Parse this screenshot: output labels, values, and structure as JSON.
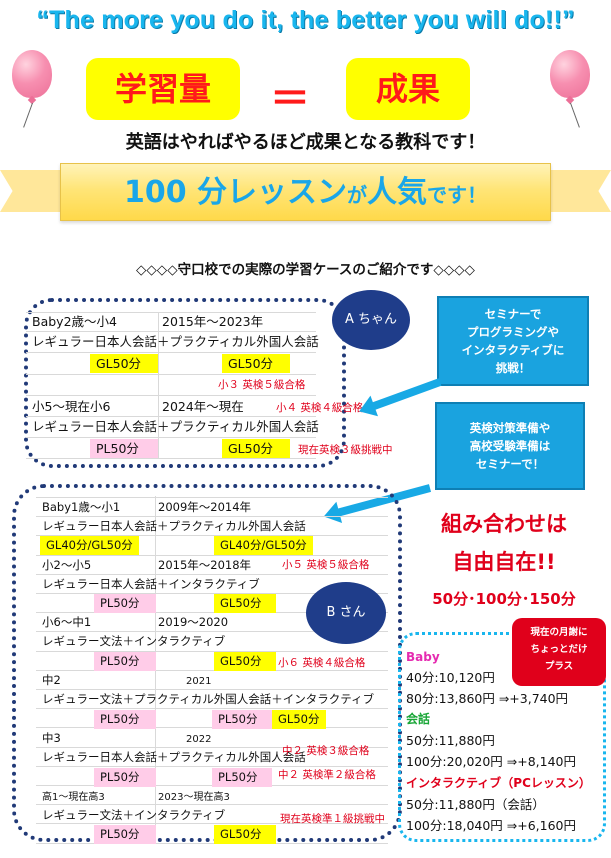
{
  "header": {
    "slogan": "“The more you do it, the better you will do!!”",
    "left_word": "学習量",
    "equals": "＝",
    "right_word": "成果",
    "subtitle": "英語はやればやるほど成果となる教科です！"
  },
  "banner": {
    "part1": "100 分レッスン",
    "part2": "が",
    "part3": "人気",
    "part4": "です！"
  },
  "intro": "◇◇◇◇守口校での実際の学習ケースのご紹介です◇◇◇◇",
  "case_a": {
    "label": "A ちゃん",
    "rows": [
      {
        "left": "Baby2歳～小4",
        "right": "2015年～2023年"
      },
      {
        "left": "レギュラー日本人会話＋プラクティカル外国人会話"
      },
      {
        "left": "GL50分",
        "right": "GL50分"
      },
      {
        "note": "小３ 英検５級合格"
      },
      {
        "left": "小5～現在小6",
        "right": "2024年～現在",
        "note": "小４ 英検４級合格"
      },
      {
        "left": "レギュラー日本人会話＋プラクティカル外国人会話"
      },
      {
        "left": "PL50分",
        "right": "GL50分",
        "note": "現在英検３級挑戦中"
      }
    ]
  },
  "callouts": {
    "seminar1": [
      "セミナーで",
      "プログラミングや",
      "インタラクティブに",
      "挑戦！"
    ],
    "seminar2": [
      "英検対策準備や",
      "高校受験準備は",
      "セミナーで！"
    ]
  },
  "case_b": {
    "label": "B さん",
    "rows": [
      {
        "left": "Baby1歳～小1",
        "right": "2009年～2014年"
      },
      {
        "left": "レギュラー日本人会話＋プラクティカル外国人会話"
      },
      {
        "left": "GL40分/GL50分",
        "right": "GL40分/GL50分"
      },
      {
        "left": "小2～小5",
        "right": "2015年～2018年",
        "note": "小５ 英検５級合格"
      },
      {
        "left": "レギュラー日本人会話＋インタラクティブ"
      },
      {
        "left": "PL50分",
        "right": "GL50分"
      },
      {
        "left": "小6～中1",
        "right": "2019～2020"
      },
      {
        "left": "レギュラー文法＋インタラクティブ"
      },
      {
        "left": "PL50分",
        "right": "GL50分",
        "note": "小６ 英検４級合格"
      },
      {
        "left": "中2",
        "right": "2021"
      },
      {
        "left": "レギュラー文法＋プラクティカル外国人会話＋インタラクティブ"
      },
      {
        "left": "PL50分",
        "mid": "PL50分",
        "right": "GL50分"
      },
      {
        "left": "中3",
        "right": "2022"
      },
      {
        "left": "レギュラー日本人会話＋プラクティカル外国人会話",
        "note": "中２ 英検３級合格"
      },
      {
        "left": "PL50分",
        "mid": "PL50分",
        "note": "中２ 英検準２級合格"
      },
      {
        "left": "高1～現在高3",
        "right": "2023～現在高3"
      },
      {
        "left": "レギュラー文法＋インタラクティブ",
        "note": "現在英検準１級挑戦中"
      },
      {
        "left": "PL50分",
        "right": "GL50分"
      }
    ]
  },
  "combo": {
    "line1": "組み合わせは",
    "line2": "自由自在!!",
    "line3": "50分･100分･150分"
  },
  "badge": [
    "現在の月謝に",
    "ちょっとだけ",
    "プラス"
  ],
  "prices": {
    "baby_label": "Baby",
    "baby_40": "40分:10,120円",
    "baby_80": "80分:13,860円  ⇒+3,740円",
    "kaiwa_label": "会話",
    "kaiwa_50": "50分:11,880円",
    "kaiwa_100": "100分:20,020円  ⇒+8,140円",
    "inter_label": "インタラクティブ（PCレッスン）",
    "inter_50": "50分:11,880円（会話）",
    "inter_100": "100分:18,040円  ⇒+6,160円"
  },
  "colors": {
    "accent_blue": "#19b6ee",
    "red": "#e0001b",
    "highlight_yellow": "#ffff00",
    "highlight_pink": "#ffcce8",
    "navy": "#1f3d8a"
  }
}
